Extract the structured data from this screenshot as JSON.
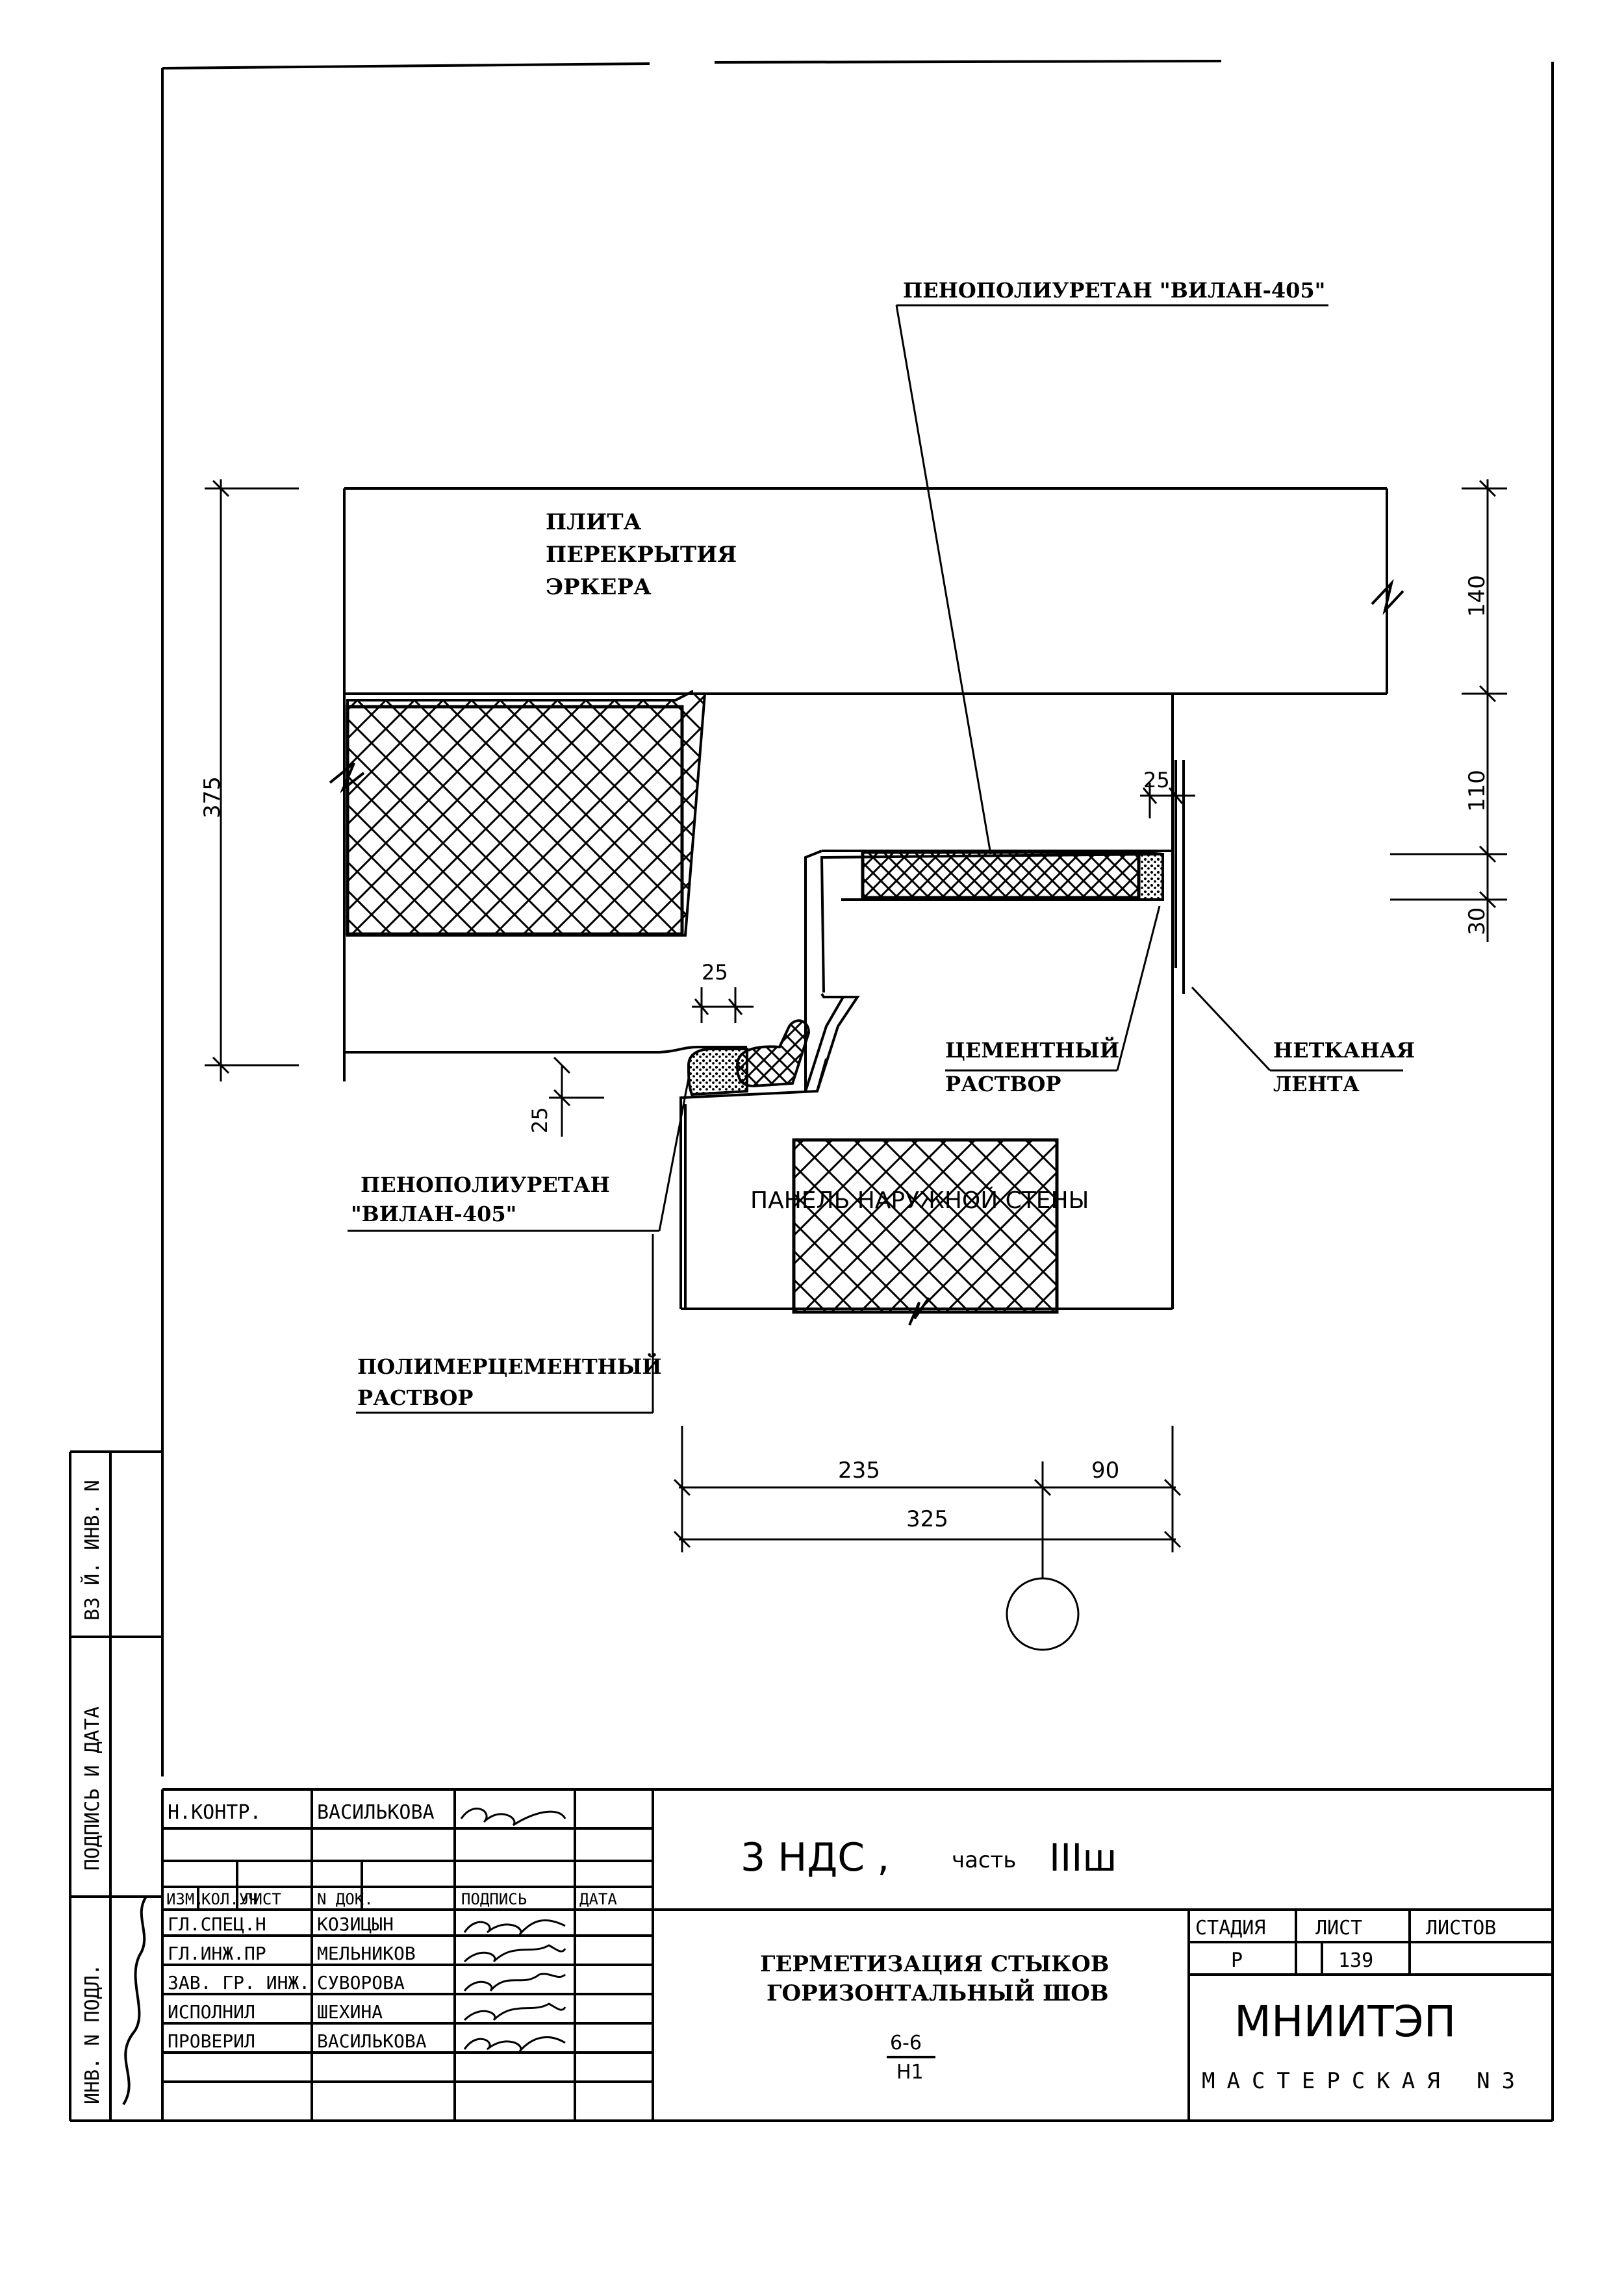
{
  "drawing": {
    "labels": {
      "foam_top": "ПЕНОПОЛИУРЕТАН \"ВИЛАН-405\"",
      "slab_l1": "ПЛИТА",
      "slab_l2": "ПЕРЕКРЫТИЯ",
      "slab_l3": "ЭРКЕРА",
      "cement_l1": "ЦЕМЕНТНЫЙ",
      "cement_l2": "РАСТВОР",
      "tape_l1": "НЕТКАНАЯ",
      "tape_l2": "ЛЕНТА",
      "foam_left_l1": "ПЕНОПОЛИУРЕТАН",
      "foam_left_l2": "\"ВИЛАН-405\"",
      "panel": "ПАНЕЛЬ НАРУЖНОЙ СТЕНЫ",
      "polymer_l1": "ПОЛИМЕРЦЕМЕНТНЫЙ",
      "polymer_l2": "РАСТВОР"
    },
    "dimensions": {
      "d375": "375",
      "d140": "140",
      "d110": "110",
      "d30": "30",
      "d25_top": "25",
      "d25_mid": "25",
      "d25_left": "25",
      "d235": "235",
      "d90": "90",
      "d325": "325"
    }
  },
  "side_stamp": {
    "inv_podl": "ИНВ. N ПОДЛ.",
    "podpis_data": "ПОДПИСЬ И ДАТА",
    "vz_inv": "ВЗ Й. ИНВ. N"
  },
  "title_block": {
    "n_kontr_label": "Н.КОНТР.",
    "n_kontr_name": "ВАСИЛЬКОВА",
    "headers": [
      "ИЗМ.",
      "КОЛ.УЧ",
      "ЛИСТ",
      "N ДОК.",
      "ПОДПИСЬ",
      "ДАТА"
    ],
    "roles": [
      {
        "role": "ГЛ.СПЕЦ.Н",
        "name": "КОЗИЦЫН"
      },
      {
        "role": "ГЛ.ИНЖ.ПР",
        "name": "МЕЛЬНИКОВ"
      },
      {
        "role": "ЗАВ. ГР. ИНЖ.",
        "name": "СУВОРОВА"
      },
      {
        "role": "ИСПОЛНИЛ",
        "name": "ШЕХИНА"
      },
      {
        "role": "ПРОВЕРИЛ",
        "name": "ВАСИЛЬКОВА"
      }
    ],
    "project": "3 НДС ,",
    "part_label": "часть",
    "part_value": "IIIш",
    "title_l1": "ГЕРМЕТИЗАЦИЯ СТЫКОВ",
    "title_l2": "ГОРИЗОНТАЛЬНЫЙ ШОВ",
    "detail_num": "6-6",
    "detail_den": "Н1",
    "stage_label": "СТАДИЯ",
    "sheet_label": "ЛИСТ",
    "sheets_label": "ЛИСТОВ",
    "stage_value": "Р",
    "sheet_value": "139",
    "org": "МНИИТЭП",
    "workshop": "МАСТЕРСКАЯ N3"
  }
}
